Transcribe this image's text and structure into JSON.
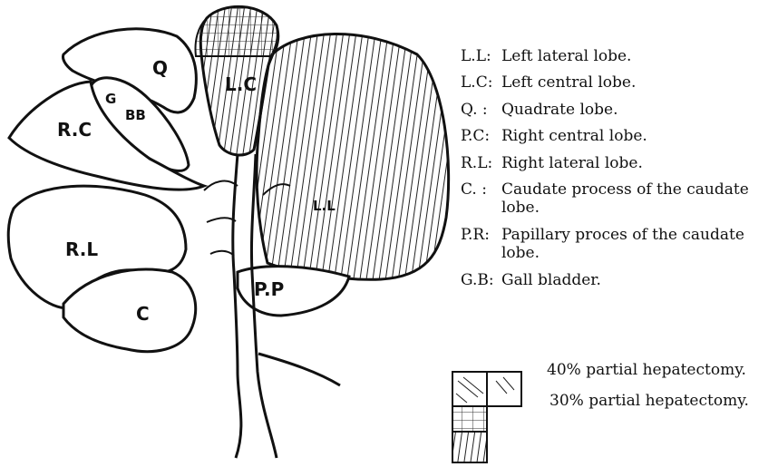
{
  "diagram": {
    "lobe_labels": {
      "q": "Q",
      "gb": "G",
      "gb2": "BB",
      "rc": "R.C",
      "lc": "L.C",
      "rl": "R.L",
      "c": "C",
      "pp": "P.P",
      "ll": "L.L"
    }
  },
  "legend": {
    "items": [
      {
        "abbr": "L.L:",
        "desc": "Left lateral lobe."
      },
      {
        "abbr": "L.C:",
        "desc": "Left central lobe."
      },
      {
        "abbr": "Q. :",
        "desc": "Quadrate lobe."
      },
      {
        "abbr": "P.C:",
        "desc": "Right central lobe."
      },
      {
        "abbr": "R.L:",
        "desc": "Right lateral lobe."
      },
      {
        "abbr": "C. :",
        "desc": "Caudate process of the caudate lobe."
      },
      {
        "abbr": "P.R:",
        "desc": "Papillary proces of the caudate lobe."
      },
      {
        "abbr": "G.B:",
        "desc": "Gall bladder."
      }
    ],
    "hatch_legend": [
      {
        "label": "40% partial hepatectomy."
      },
      {
        "label": "30% partial hepatectomy."
      }
    ]
  }
}
